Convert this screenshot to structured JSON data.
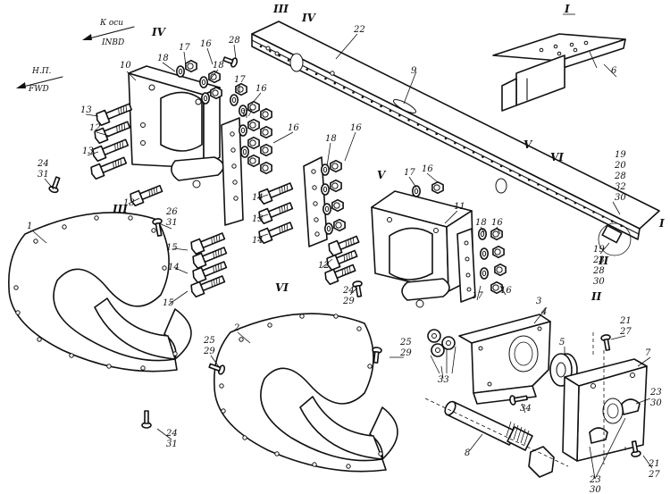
{
  "directions": {
    "axis_ru": "К оси",
    "axis_en": "INBD",
    "fwd_ru": "Н.П.",
    "fwd_en": "FWD"
  },
  "views": [
    "I",
    "II",
    "III",
    "IV",
    "V",
    "VI"
  ],
  "callouts": {
    "c1": "1",
    "c2": "2",
    "c3": "3",
    "c4": "4",
    "c5": "5",
    "c6": "6",
    "c7": "7",
    "c8": "8",
    "c9": "9",
    "c10": "10",
    "c11": "11",
    "c12a": "12",
    "c12b": "12",
    "c13a": "13",
    "c13b": "13",
    "c13c": "13",
    "c13d": "13",
    "c14a": "14",
    "c14b": "14",
    "c14c": "14",
    "c15a": "15",
    "c15b": "15",
    "c16a": "16",
    "c16b": "16",
    "c16c": "16",
    "c16d": "16",
    "c16e": "16",
    "c16f": "16",
    "c16g": "16",
    "c17a": "17",
    "c17b": "17",
    "c17c": "17",
    "c17d": "17",
    "c17e": "17",
    "c18a": "18",
    "c18b": "18",
    "c18c": "18",
    "c18d": "18",
    "c22": "22",
    "c28": "28",
    "c34": "34",
    "c33": "33",
    "g19a": "19",
    "g20": "20",
    "g28b": "28",
    "g32": "32",
    "g30a": "30",
    "g19b": "19",
    "g23a": "23",
    "g28c": "28",
    "g30b": "30",
    "p24a": "24",
    "p31a": "31",
    "p26": "26",
    "p31b": "31",
    "p24b": "24",
    "p29a": "29",
    "p25a": "25",
    "p29b": "29",
    "p25b": "25",
    "p29c": "29",
    "p24c": "24",
    "p31c": "31",
    "p21a": "21",
    "p27a": "27",
    "p21b": "27",
    "p21c": "21",
    "p23b": "23",
    "p30c": "30",
    "p23c": "23",
    "p30d": "30"
  }
}
